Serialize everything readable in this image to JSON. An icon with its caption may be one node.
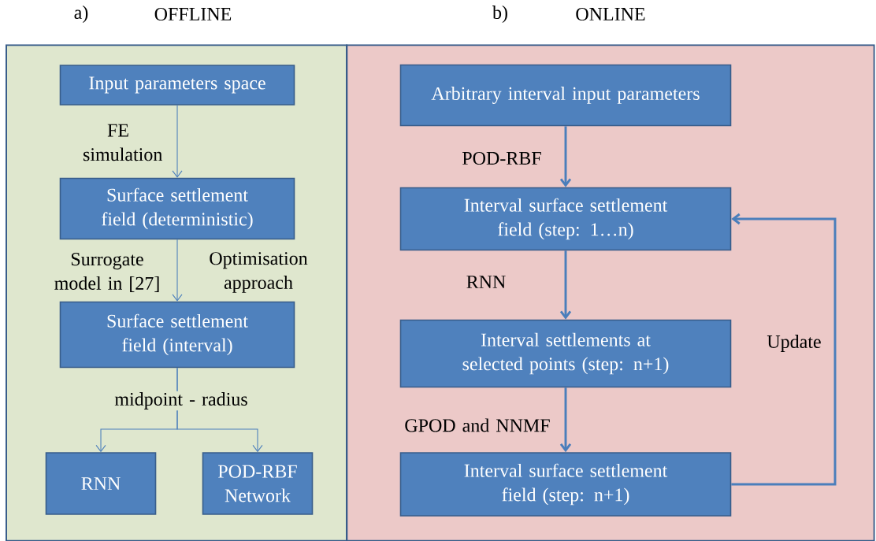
{
  "diagram": {
    "nodes": [
      {
        "text": [
          "a)",
          "OFFLINE"
        ]
      },
      {
        "text": [
          "Input parameters space"
        ],
        "in": 0
      },
      {
        "text": [
          "Surface settlement field (deterministic)"
        ],
        "in": 0
      },
      {
        "text": [
          "Surface settlement field (interval)"
        ],
        "in": 0
      },
      {
        "text": [
          "RNN"
        ],
        "in": 0
      },
      {
        "text": [
          "POD-RBF Network"
        ],
        "in": 0
      },
      {
        "text": [
          "b)",
          "ONLINE"
        ]
      },
      {
        "text": [
          "Arbitrary interval input parameters"
        ],
        "in": 6
      },
      {
        "text": [
          "Interval surface settlement field (step: 1…n)"
        ],
        "in": 6
      },
      {
        "text": [
          "Interval settlements at selected points (step: n+1)"
        ],
        "in": 6
      },
      {
        "text": [
          "Interval surface settlement field (step: n+1)"
        ],
        "in": 6
      }
    ],
    "edges": [
      {
        "from": 1,
        "to": 2,
        "arrow": "to",
        "label": "FE simulation"
      },
      {
        "from": 2,
        "to": 3,
        "arrow": "to",
        "label": "Surrogate model in [27]"
      },
      {
        "from": 3,
        "to": 4,
        "arrow": "to",
        "label": "midpoint - radius"
      },
      {
        "from": 3,
        "to": 5,
        "arrow": "to"
      },
      {
        "from": 7,
        "to": 8,
        "arrow": "to",
        "label": "POD-RBF",
        "style": "thick"
      },
      {
        "from": 8,
        "to": 9,
        "arrow": "to",
        "label": "RNN",
        "style": "thick"
      },
      {
        "from": 9,
        "to": 10,
        "arrow": "to",
        "label": "GPOD and NNMF",
        "style": "thick"
      },
      {
        "from": 10,
        "to": 8,
        "arrow": "to",
        "label": "Update",
        "style": "thick"
      }
    ],
    "labels": [
      "Optimisation approach"
    ]
  }
}
